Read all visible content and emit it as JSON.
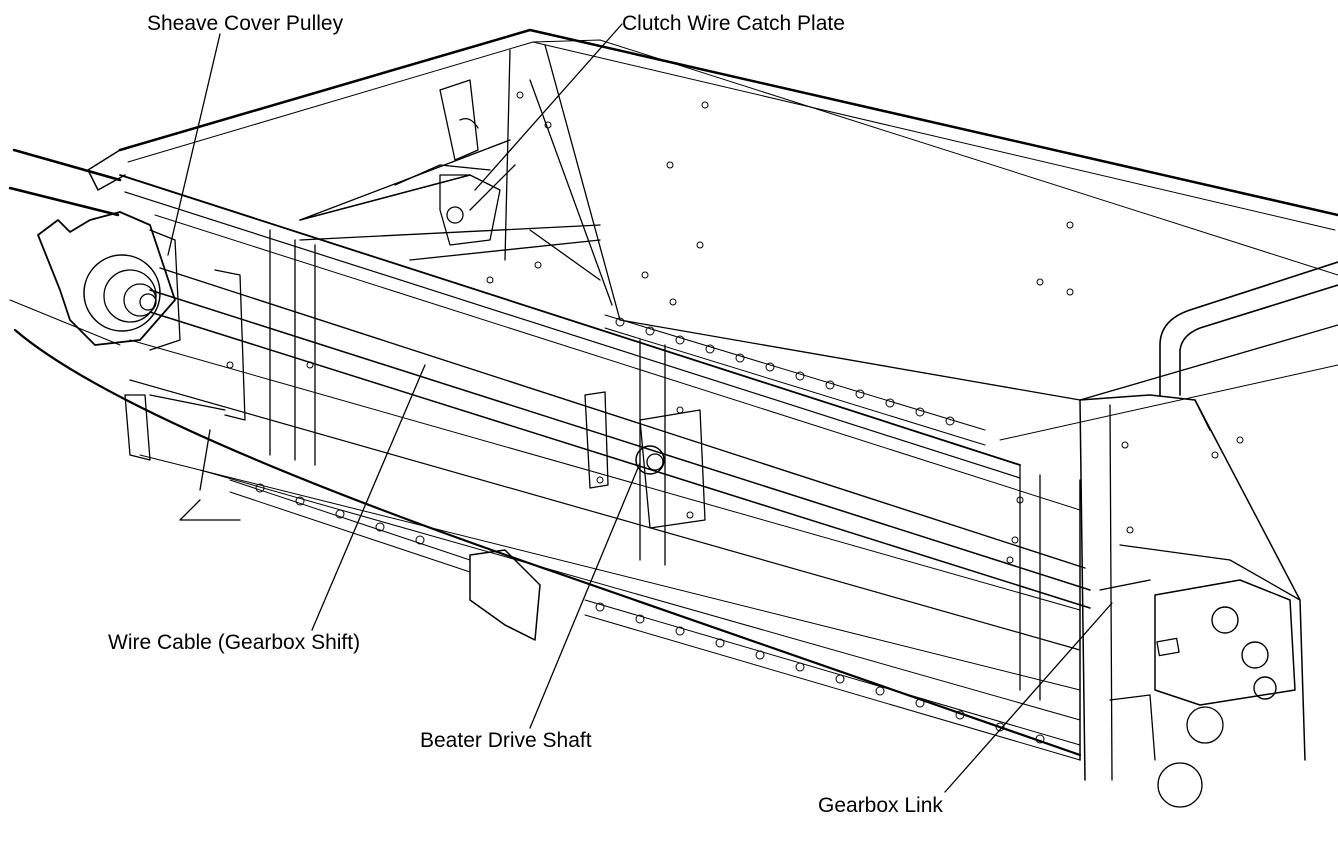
{
  "callouts": {
    "sheave_cover_pulley": "Sheave Cover Pulley",
    "clutch_wire_catch_plate": "Clutch Wire Catch Plate",
    "wire_cable_gearbox_shift": "Wire Cable (Gearbox Shift)",
    "beater_drive_shaft": "Beater Drive Shaft",
    "gearbox_link": "Gearbox Link"
  },
  "colors": {
    "line": "#000000",
    "background": "#ffffff"
  }
}
